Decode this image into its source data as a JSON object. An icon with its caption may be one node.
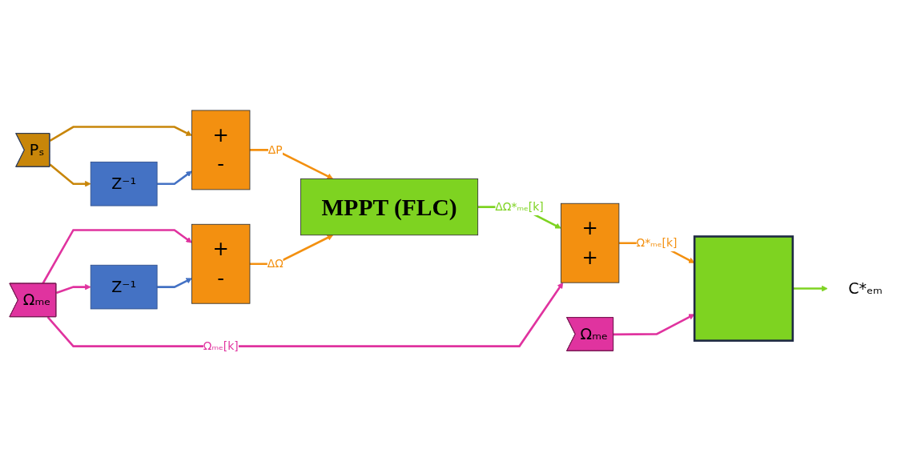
{
  "diagram": {
    "nodes": [
      {
        "text": [
          "Pₛ"
        ]
      },
      {
        "text": [
          "+",
          "-"
        ]
      },
      {
        "text": [
          "Z⁻¹"
        ]
      },
      {
        "text": [
          "Ωₘₑ"
        ]
      },
      {
        "text": [
          "+",
          "-"
        ]
      },
      {
        "text": [
          "Z⁻¹"
        ]
      },
      {
        "text": [
          "MPPT (FLC)"
        ]
      },
      {
        "text": [
          "+",
          "+"
        ]
      },
      {
        "text": [],
        "shape": "picture"
      },
      {
        "text": [
          "Ωₘₑ"
        ]
      },
      {
        "text": [
          "C*ₑₘ"
        ]
      }
    ],
    "edges": [
      {
        "from": 0,
        "to": 1,
        "arrow": "to",
        "color": "#c8860a"
      },
      {
        "from": 0,
        "to": 2,
        "arrow": "to",
        "color": "#c8860a"
      },
      {
        "from": 2,
        "to": 1,
        "arrow": "to",
        "color": "#4472c4"
      },
      {
        "from": 1,
        "to": 6,
        "arrow": "to",
        "label": "ΔP",
        "color": "#f39010"
      },
      {
        "from": 3,
        "to": 4,
        "arrow": "to"
      },
      {
        "from": 3,
        "to": 5,
        "arrow": "to"
      },
      {
        "from": 5,
        "to": 4,
        "arrow": "to",
        "color": "#4472c4"
      },
      {
        "from": 4,
        "to": 6,
        "arrow": "to",
        "label": "ΔΩ",
        "color": "#f39010"
      },
      {
        "from": 6,
        "to": 7,
        "arrow": "to",
        "label": "ΔΩ*ₘₑ[k]",
        "color": "#7ed321"
      },
      {
        "from": 3,
        "to": 7,
        "arrow": "to",
        "label": "Ωₘₑ[k]"
      },
      {
        "from": 7,
        "to": 8,
        "arrow": "to",
        "label": "Ω*ₘₑ[k]",
        "color": "#f39010"
      },
      {
        "from": 9,
        "to": 8,
        "arrow": "to"
      },
      {
        "from": 8,
        "to": 10,
        "arrow": "to",
        "color": "#7ed321"
      }
    ]
  }
}
